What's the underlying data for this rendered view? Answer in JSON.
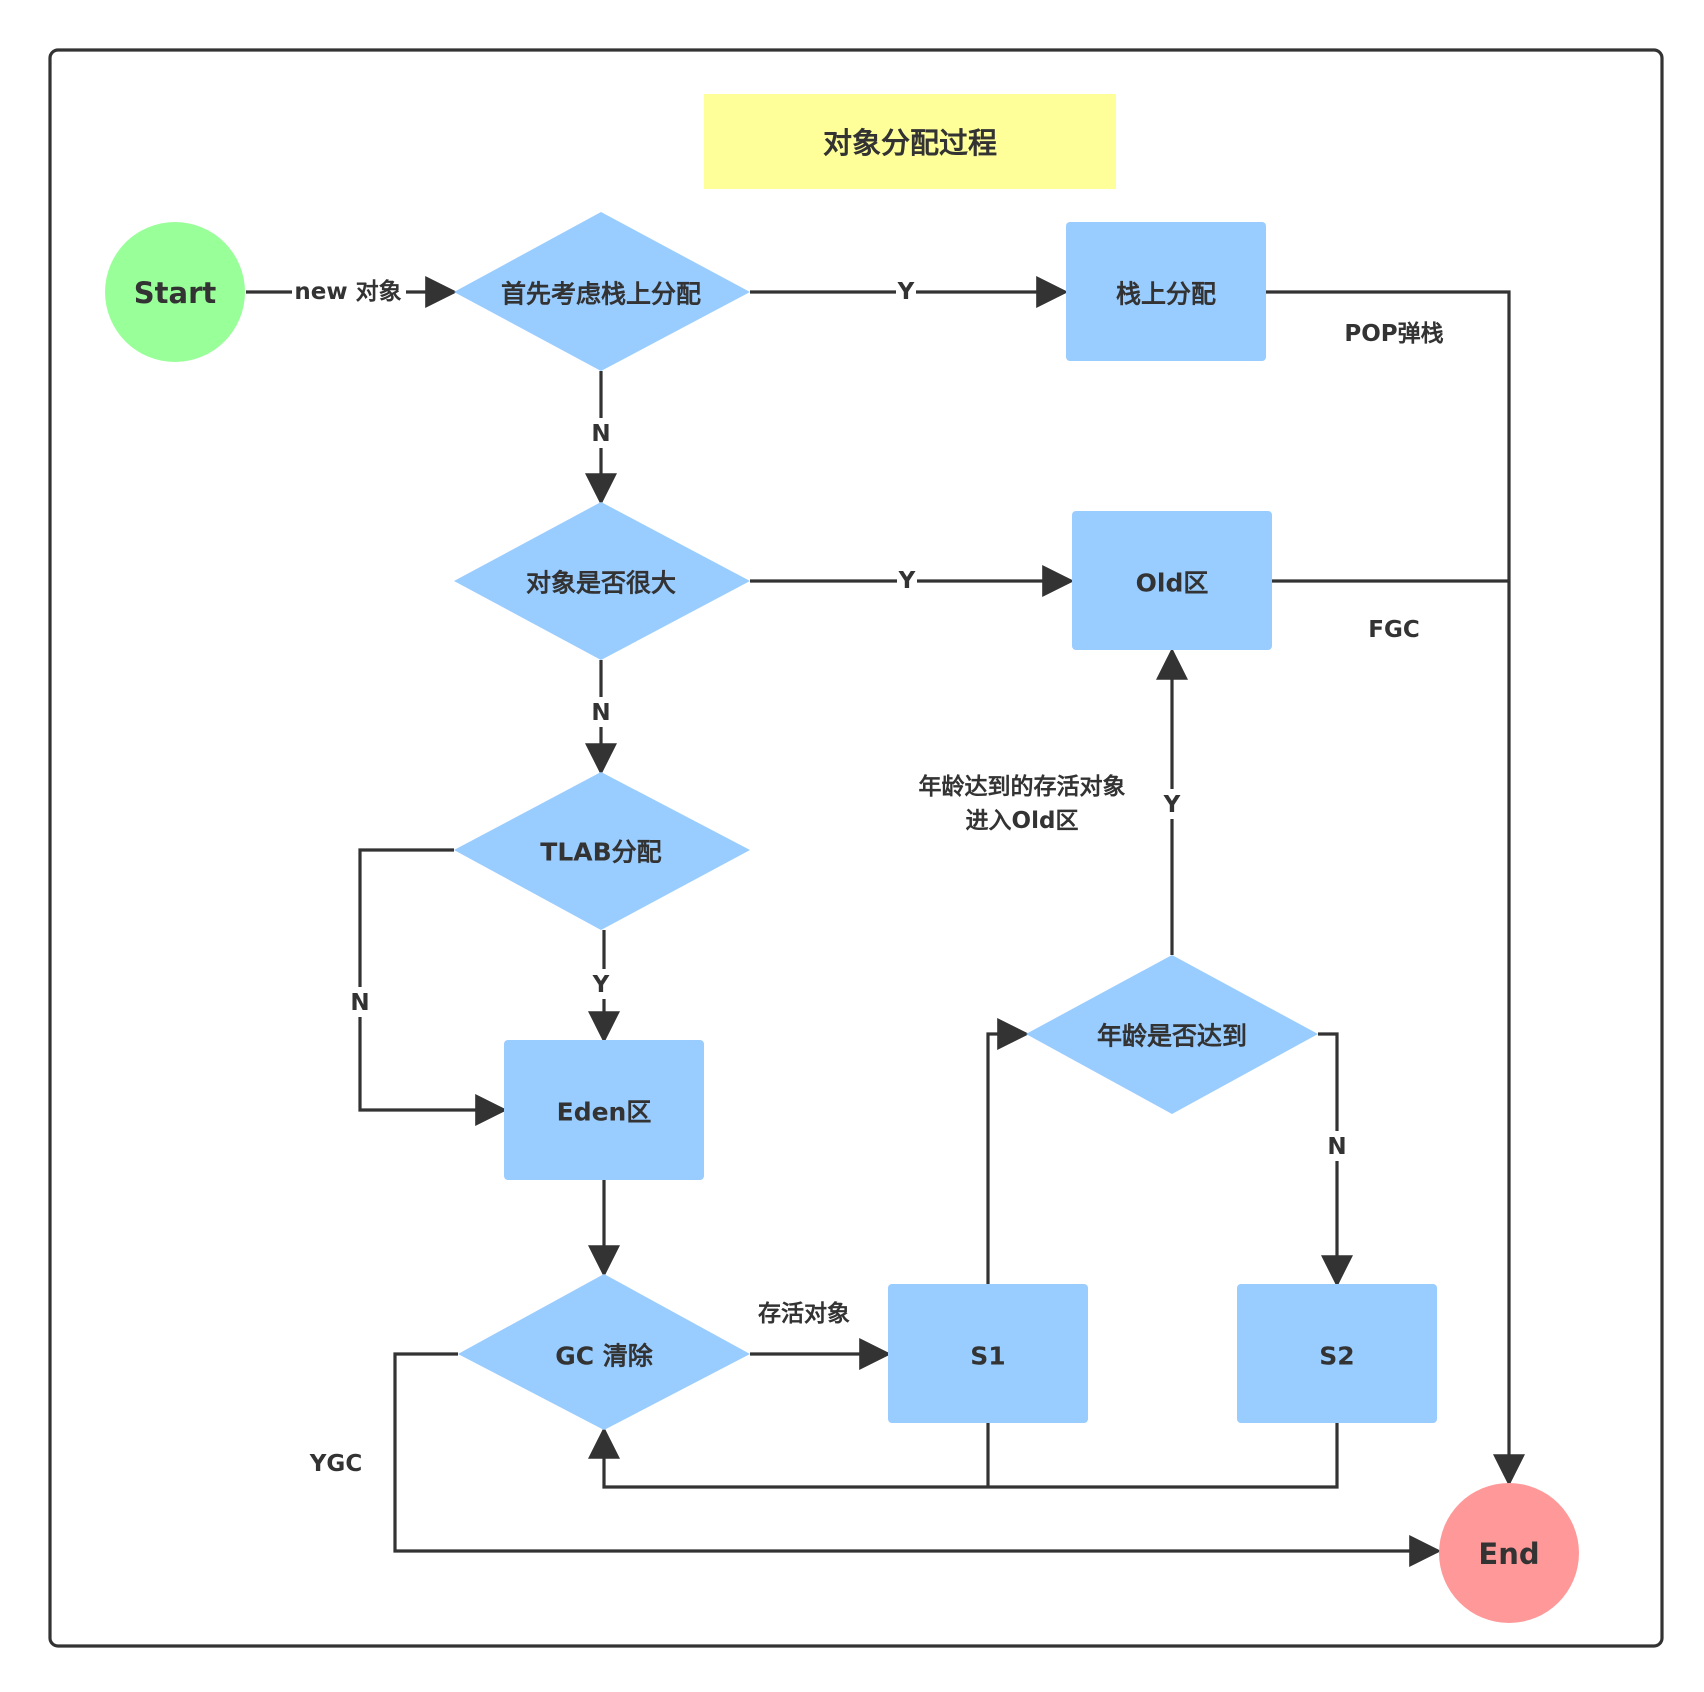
{
  "title": "对象分配过程",
  "colors": {
    "start": "#99ff99",
    "end": "#ff9999",
    "node": "#99ccff",
    "title_bg": "#ffff99",
    "line": "#333333",
    "frame": "#333333"
  },
  "nodes": {
    "start": "Start",
    "stack_check": "首先考虑栈上分配",
    "stack_alloc": "栈上分配",
    "big_check": "对象是否很大",
    "old": "Old区",
    "tlab": "TLAB分配",
    "eden": "Eden区",
    "gc": "GC 清除",
    "s1": "S1",
    "s2": "S2",
    "age_check": "年龄是否达到",
    "end": "End"
  },
  "edges": {
    "new_object": "new 对象",
    "stack_yes": "Y",
    "stack_no": "N",
    "big_yes": "Y",
    "big_no": "N",
    "tlab_yes": "Y",
    "tlab_no": "N",
    "pop": "POP弹栈",
    "fgc": "FGC",
    "age_yes": "Y",
    "age_no": "N",
    "age_note_1": "年龄达到的存活对象",
    "age_note_2": "进入Old区",
    "survivors": "存活对象",
    "ygc": "YGC"
  }
}
